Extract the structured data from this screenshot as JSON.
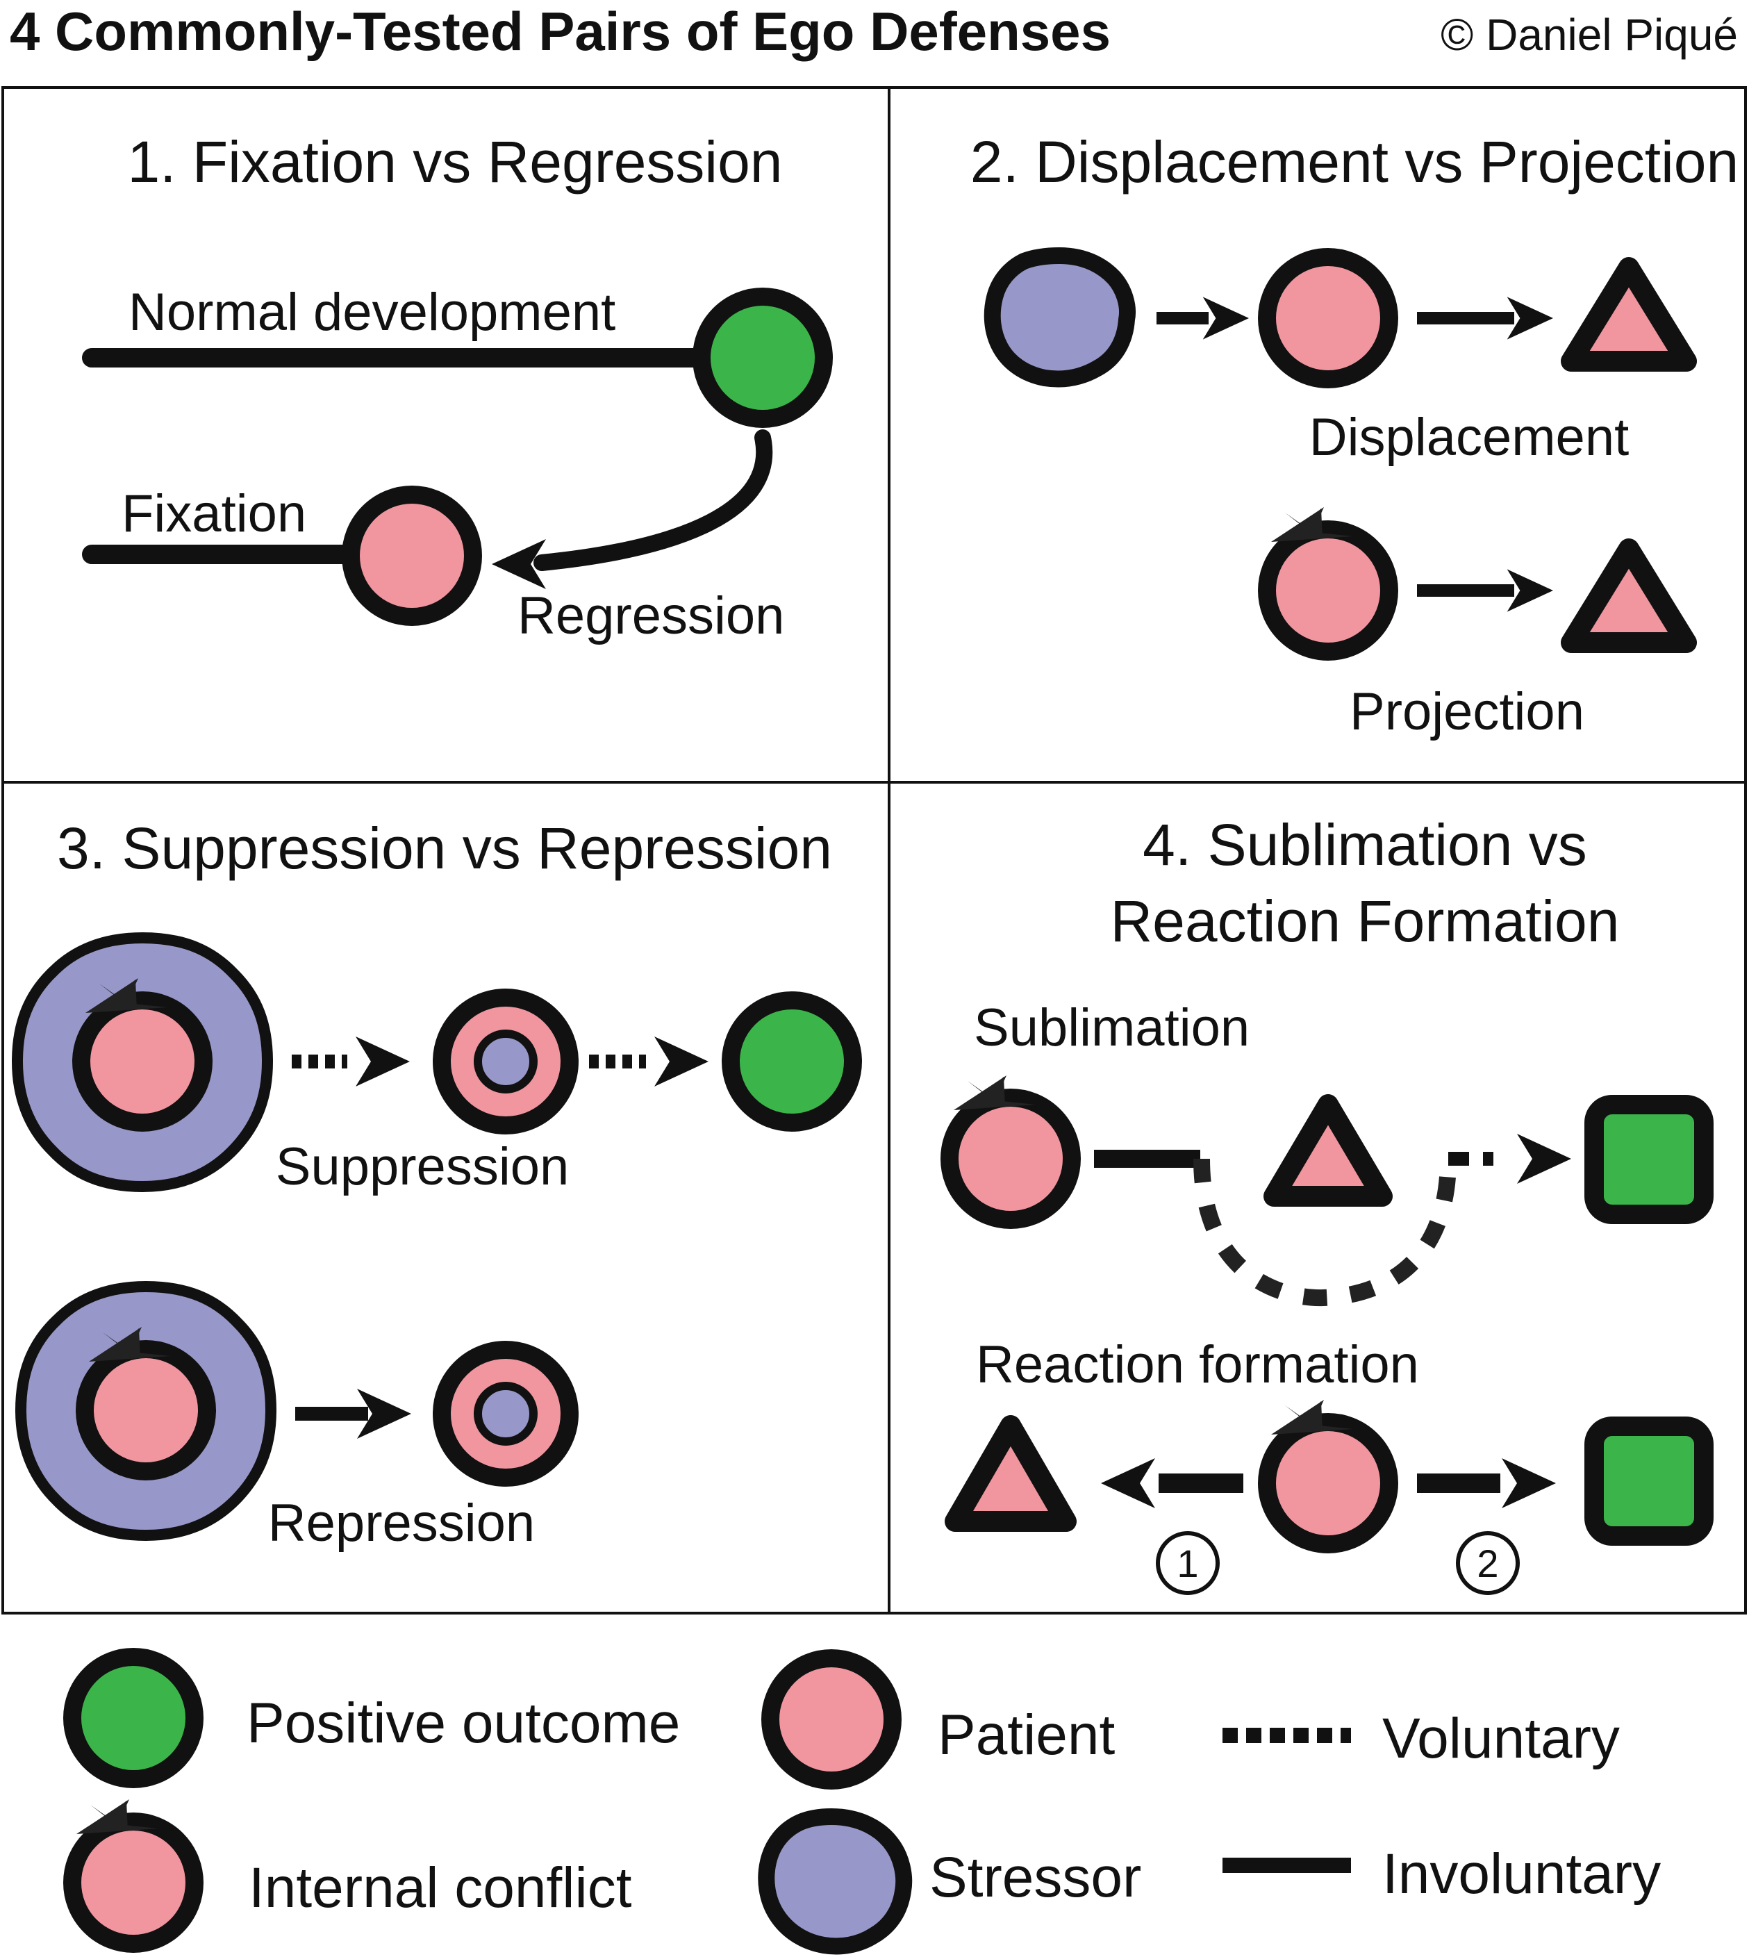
{
  "header": {
    "title": "4 Commonly-Tested Pairs of Ego Defenses",
    "copyright": "© Daniel Piqué"
  },
  "colors": {
    "positive": "#3bb54a",
    "patient": "#f1959f",
    "stressor": "#9797c9",
    "stroke": "#111111"
  },
  "panels": {
    "p1": {
      "title": "1. Fixation vs Regression",
      "normal_label": "Normal development",
      "fixation_label": "Fixation",
      "regression_label": "Regression"
    },
    "p2": {
      "title": "2. Displacement vs Projection",
      "displacement_label": "Displacement",
      "projection_label": "Projection"
    },
    "p3": {
      "title": "3. Suppression vs Repression",
      "suppression_label": "Suppression",
      "repression_label": "Repression"
    },
    "p4": {
      "title_line1": "4. Sublimation vs",
      "title_line2": "Reaction Formation",
      "sublimation_label": "Sublimation",
      "reaction_label": "Reaction formation",
      "step1": "1",
      "step2": "2"
    }
  },
  "legend": {
    "positive": "Positive outcome",
    "internal_conflict": "Internal conflict",
    "patient": "Patient",
    "stressor": "Stressor",
    "voluntary": "Voluntary",
    "involuntary": "Involuntary"
  }
}
